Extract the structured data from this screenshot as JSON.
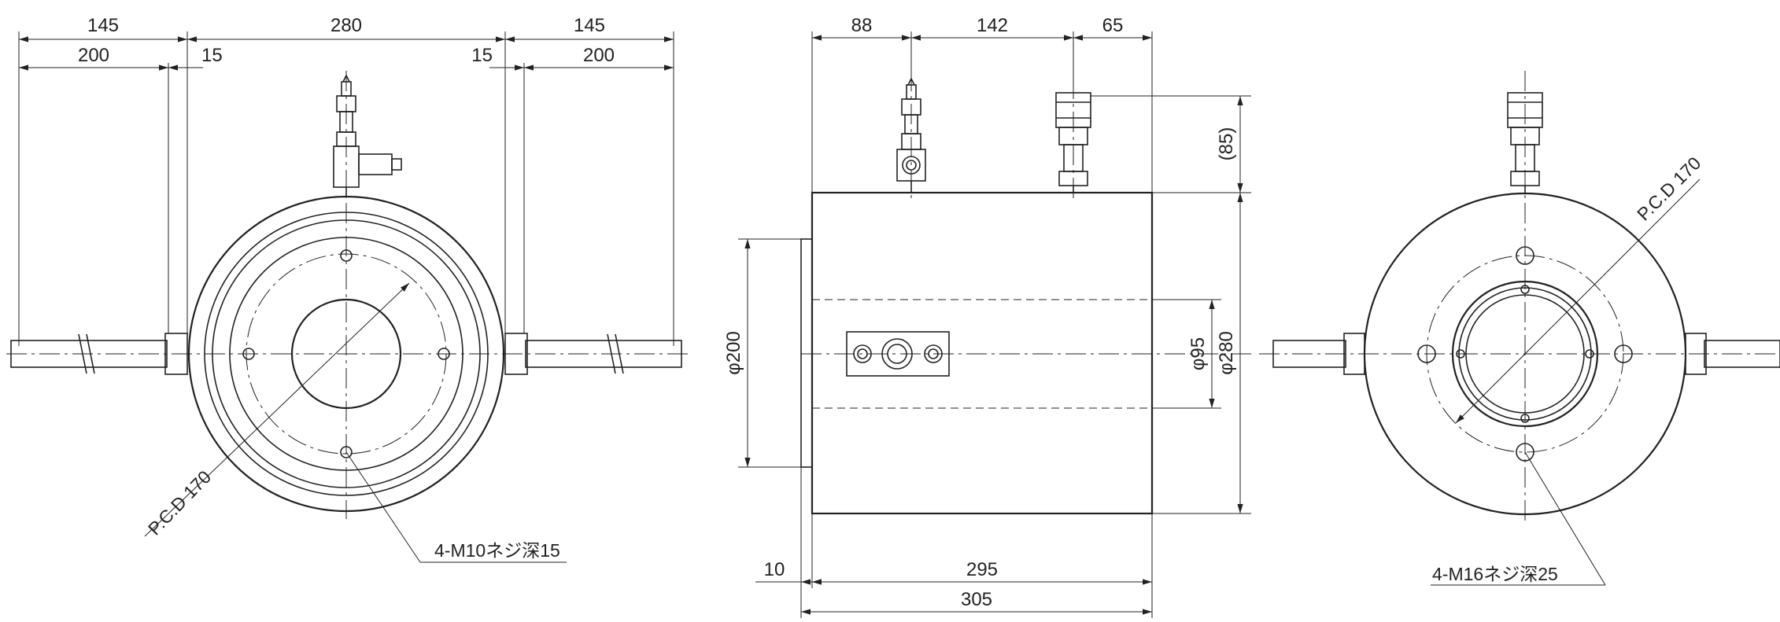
{
  "front_view": {
    "dims_top": [
      "145",
      "280",
      "145"
    ],
    "dims_second": [
      "200",
      "15",
      "15",
      "200"
    ],
    "pcd_label": "P.C.D 170",
    "thread_note": "4-M10ネジ深15"
  },
  "side_view": {
    "dims_top": [
      "88",
      "142",
      "65"
    ],
    "dim_85": "(85)",
    "dim_200": "φ200",
    "dim_95": "φ95",
    "dim_280": "φ280",
    "dim_10": "10",
    "dim_295": "295",
    "dim_305": "305"
  },
  "rear_view": {
    "pcd_label": "P.C.D 170",
    "thread_note": "4-M16ネジ深25"
  },
  "colors": {
    "line": "#222222",
    "background": "#ffffff"
  }
}
